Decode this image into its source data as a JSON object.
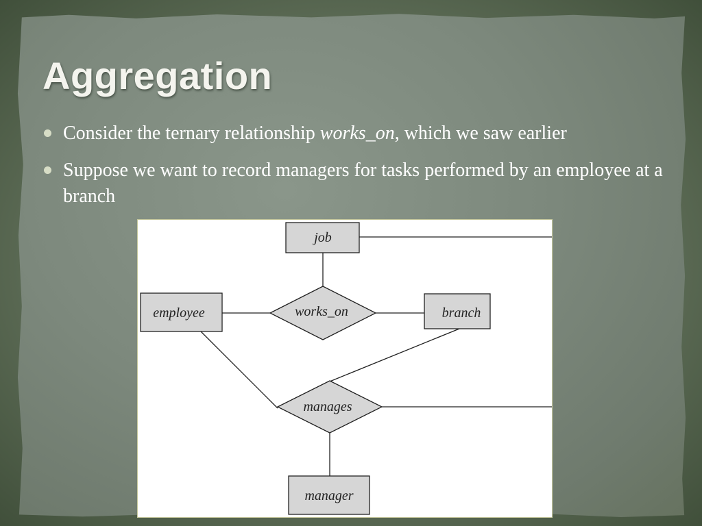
{
  "slide": {
    "title": "Aggregation",
    "bullets": [
      {
        "before": "Consider the ternary relationship ",
        "emph": "works_on",
        "after": ", which we saw earlier"
      },
      {
        "text": " Suppose we want to record managers for tasks performed by an employee at a branch"
      }
    ]
  },
  "diagram": {
    "entities": {
      "job": "job",
      "employee": "employee",
      "branch": "branch",
      "manager": "manager"
    },
    "relationships": {
      "works_on": "works_on",
      "manages": "manages"
    }
  },
  "colors": {
    "entity_fill": "#d6d6d6",
    "title_text": "#f4f4ee",
    "body_text": "#ffffff"
  }
}
